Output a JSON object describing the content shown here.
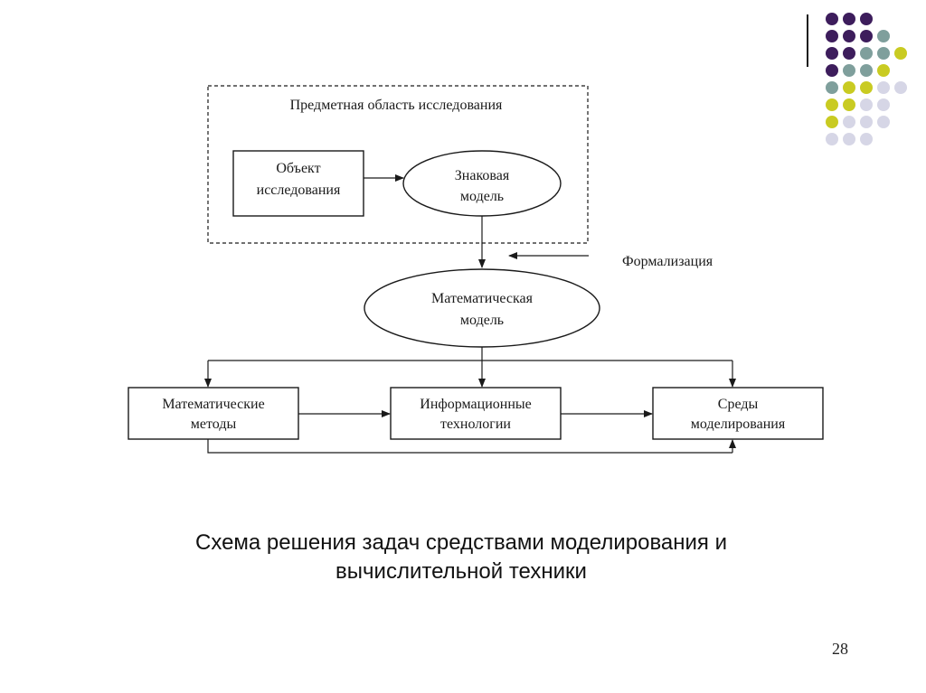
{
  "diagram": {
    "domain_box": {
      "title": "Предметная область исследования"
    },
    "object_box": {
      "line1": "Объект",
      "line2": "исследования"
    },
    "sign_model": {
      "line1": "Знаковая",
      "line2": "модель"
    },
    "formalization_label": "Формализация",
    "math_model": {
      "line1": "Математическая",
      "line2": "модель"
    },
    "math_methods": {
      "line1": "Математические",
      "line2": "методы"
    },
    "info_tech": {
      "line1": "Информационные",
      "line2": "технологии"
    },
    "modeling_env": {
      "line1": "Среды",
      "line2": "моделирования"
    }
  },
  "caption": {
    "line1": "Схема решения задач средствами моделирования и",
    "line2": "вычислительной техники"
  },
  "page_number": "28",
  "decor": {
    "divider_color": "#1a1a1a",
    "dot_colors": {
      "purple": "#3d1d5c",
      "teal": "#7f9f9c",
      "yellow": "#c9cb22",
      "lavender": "#d6d6e6"
    }
  }
}
